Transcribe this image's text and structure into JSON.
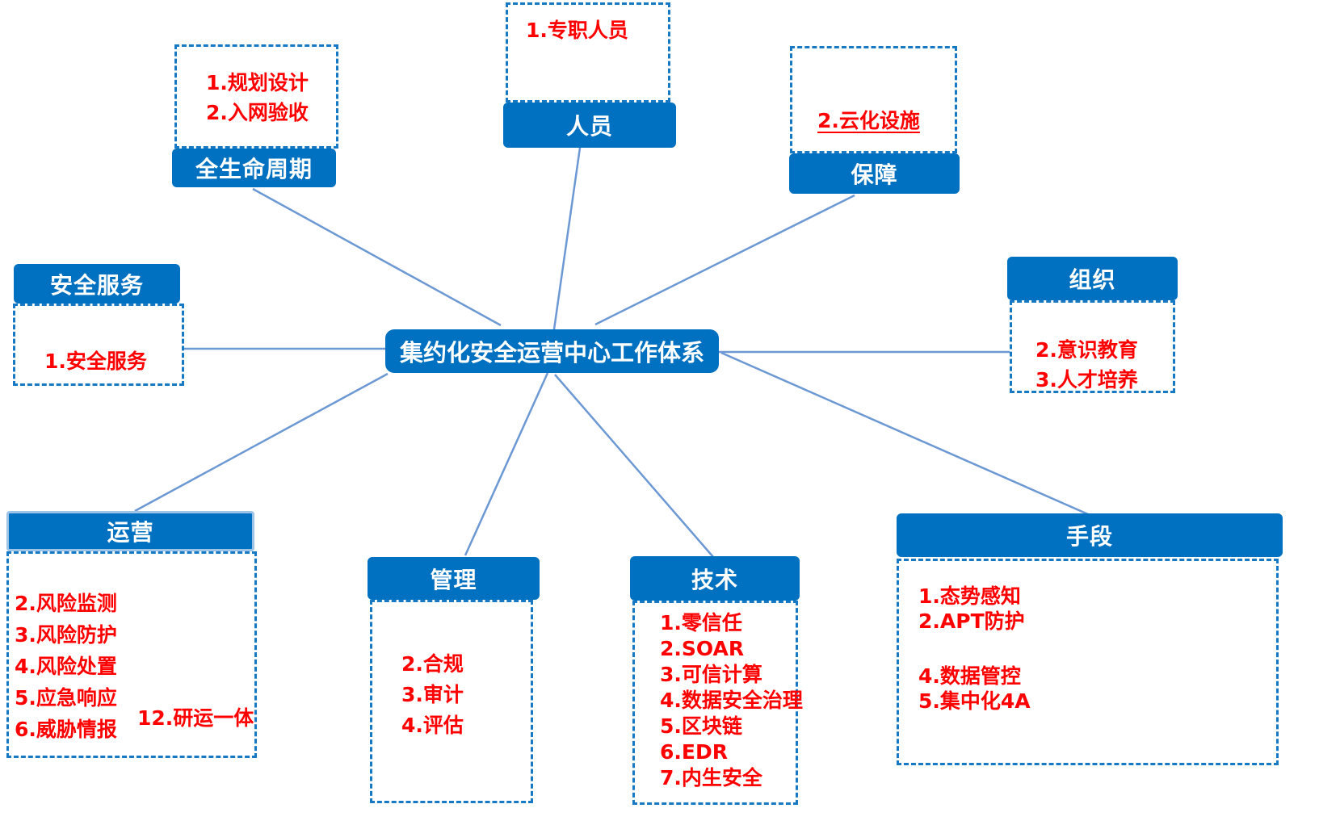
{
  "diagram": {
    "center_title": "集约化安全运营中心工作体系",
    "colors": {
      "node_blue": "#0070C0",
      "dashed_border": "#1778C4",
      "connector_line": "#6C98D4",
      "item_text_red": "#FF0000",
      "operations_header_border": "#9DC3E6"
    },
    "nodes": {
      "personnel": {
        "label": "人员",
        "items": [
          "1.专职人员"
        ]
      },
      "lifecycle": {
        "label": "全生命周期",
        "items": [
          "1.规划设计",
          "2.入网验收"
        ]
      },
      "guarantee": {
        "label": "保障",
        "items": [
          "2.云化设施"
        ]
      },
      "security_service": {
        "label": "安全服务",
        "items": [
          "1.安全服务"
        ]
      },
      "organization": {
        "label": "组织",
        "items": [
          "2.意识教育",
          "3.人才培养"
        ]
      },
      "operations": {
        "label": "运营",
        "items": [
          "2.风险监测",
          "3.风险防护",
          "4.风险处置",
          "5.应急响应",
          "6.威胁情报"
        ],
        "extra_item": "12.研运一体"
      },
      "management": {
        "label": "管理",
        "items": [
          "2.合规",
          "3.审计",
          "4.评估"
        ]
      },
      "technology": {
        "label": "技术",
        "items": [
          "1.零信任",
          "2.SOAR",
          "3.可信计算",
          "4.数据安全治理",
          "5.区块链",
          "6.EDR",
          "7.内生安全"
        ]
      },
      "means": {
        "label": "手段",
        "items": [
          "1.态势感知",
          "2.APT防护",
          "4.数据管控",
          "5.集中化4A"
        ]
      }
    }
  }
}
